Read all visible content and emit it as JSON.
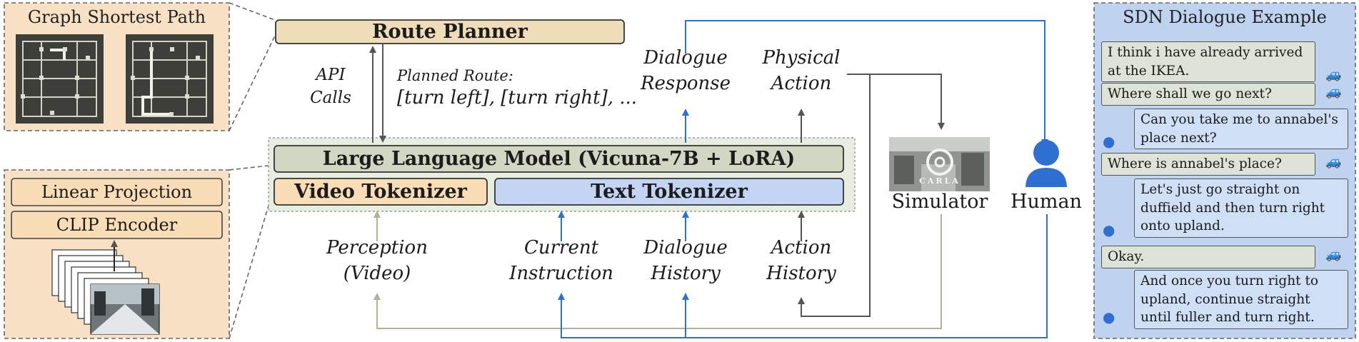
{
  "graph_panel": {
    "title": "Graph Shortest Path"
  },
  "encoder_panel": {
    "linear_projection": "Linear Projection",
    "clip_encoder": "CLIP Encoder"
  },
  "route_planner": "Route Planner",
  "llm": "Large Language Model (Vicuna-7B + LoRA)",
  "video_tokenizer": "Video Tokenizer",
  "text_tokenizer": "Text Tokenizer",
  "api_calls": [
    "API",
    "Calls"
  ],
  "planned_route": [
    "Planned Route:",
    "[turn left], [turn right], ..."
  ],
  "outputs": {
    "dialogue_response": [
      "Dialogue",
      "Response"
    ],
    "physical_action": [
      "Physical",
      "Action"
    ]
  },
  "inputs": {
    "perception": [
      "Perception",
      "(Video)"
    ],
    "current_instruction": [
      "Current",
      "Instruction"
    ],
    "dialogue_history": [
      "Dialogue",
      "History"
    ],
    "action_history": [
      "Action",
      "History"
    ]
  },
  "simulator": {
    "label": "Simulator",
    "logo_text": "CARLA"
  },
  "human": {
    "label": "Human"
  },
  "dialogue_panel": {
    "title": "SDN Dialogue Example",
    "messages": [
      {
        "speaker": "car",
        "text": "I think i have already arrived at the IKEA."
      },
      {
        "speaker": "car",
        "text": "Where shall we go next?"
      },
      {
        "speaker": "human",
        "text": "Can you take me to annabel's place next?"
      },
      {
        "speaker": "car",
        "text": "Where is annabel's place?"
      },
      {
        "speaker": "human",
        "text": "Let's just go straight on duffield and then turn right onto upland."
      },
      {
        "speaker": "car",
        "text": "Okay."
      },
      {
        "speaker": "human",
        "text": "And once you turn right to upland, continue straight until fuller and turn right."
      }
    ]
  },
  "colors": {
    "beige_fill": "#f7ddb9",
    "olive_fill": "#d3d8c3",
    "blue_fill": "#c2d4f2",
    "blue_line": "#2f6fd0",
    "gray_line": "#555555",
    "beige_line": "#c3bd9e",
    "panel_bg": "#bfd3f0"
  }
}
